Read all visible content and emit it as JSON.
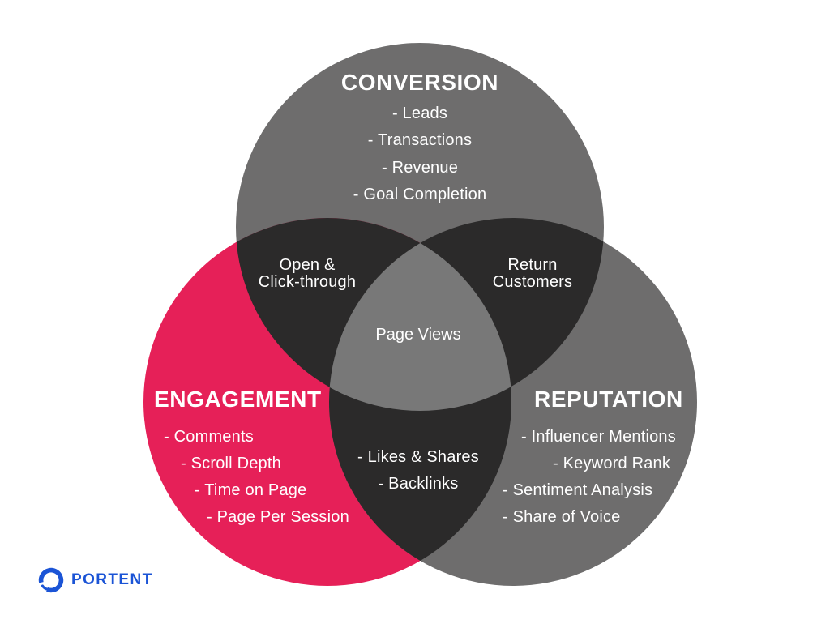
{
  "colors": {
    "background": "#ffffff",
    "circle_gray": "#6e6d6d",
    "circle_pink": "#e62058",
    "overlap_dark": "#2b2a2a",
    "center_gray": "#787878",
    "label_text": "#ffffff",
    "brand_blue": "#1b54d6"
  },
  "diagram": {
    "type": "venn-3-circles",
    "sets": [
      {
        "title": "CONVERSION",
        "items": [
          "- Leads",
          "- Transactions",
          "- Revenue",
          "- Goal Completion"
        ]
      },
      {
        "title": "ENGAGEMENT",
        "items": [
          "- Comments",
          "- Scroll Depth",
          "- Time on Page",
          "- Page Per Session"
        ]
      },
      {
        "title": "REPUTATION",
        "items": [
          "- Influencer Mentions",
          "- Keyword Rank",
          "- Sentiment Analysis",
          "- Share of Voice"
        ]
      }
    ],
    "overlaps": {
      "conversion_engagement": {
        "line1": "Open &",
        "line2": "Click-through"
      },
      "conversion_reputation": {
        "line1": "Return",
        "line2": "Customers"
      },
      "engagement_reputation": {
        "items": [
          "- Likes & Shares",
          "- Backlinks"
        ]
      },
      "all_three": "Page Views"
    }
  },
  "logo": {
    "text": "PORTENT"
  }
}
